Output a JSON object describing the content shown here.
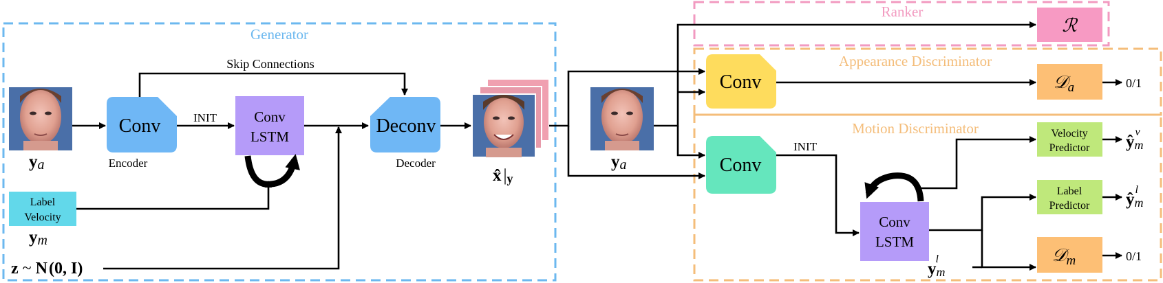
{
  "regions": {
    "generator": "Generator",
    "ranker": "Ranker",
    "appearance_discriminator": "Appearance Discriminator",
    "motion_discriminator": "Motion Discriminator"
  },
  "generator": {
    "skip_connections": "Skip Connections",
    "encoder_block": "Conv",
    "encoder_label": "Encoder",
    "init_label": "INIT",
    "convlstm_line1": "Conv",
    "convlstm_line2": "LSTM",
    "decoder_block": "Deconv",
    "decoder_label": "Decoder",
    "label_box_line1": "Label",
    "label_box_line2": "Velocity",
    "input_appearance": "y",
    "input_appearance_sub": "a",
    "input_motion": "y",
    "input_motion_sub": "m",
    "noise_z": "z",
    "noise_tilde": "~",
    "noise_N": "N",
    "noise_args": "(0, I)",
    "output_x": "x̂",
    "output_cond": "|",
    "output_y": "y"
  },
  "discriminators": {
    "ranker_symbol": "ℛ",
    "appearance_conv": "Conv",
    "appearance_out": "𝒟",
    "appearance_out_sub": "a",
    "appearance_result": "0/1",
    "input_y": "y",
    "input_y_sub": "a",
    "motion_conv": "Conv",
    "motion_init": "INIT",
    "motion_convlstm_line1": "Conv",
    "motion_convlstm_line2": "LSTM",
    "velocity_line1": "Velocity",
    "velocity_line2": "Predictor",
    "label_line1": "Label",
    "label_line2": "Predictor",
    "motion_out": "𝒟",
    "motion_out_sub": "m",
    "motion_result": "0/1",
    "velocity_y": "ŷ",
    "velocity_sub": "m",
    "velocity_sup": "v",
    "label_y": "ŷ",
    "label_sub": "m",
    "label_sup": "l",
    "ylm_y": "y",
    "ylm_sub": "m",
    "ylm_sup": "l"
  },
  "colors": {
    "generator_border": "#6cb8ef",
    "ranker_border": "#f29ac0",
    "discriminator_border": "#f4bd7a",
    "conv_blue": "#6fb7f5",
    "convlstm_purple": "#b59bf9",
    "label_box_cyan": "#62d8ea",
    "conv_yellow": "#fedc5d",
    "conv_green": "#65e6bd",
    "output_orange": "#fdbf75",
    "ranker_pink": "#f79ac3",
    "predictor_green": "#bfe87b"
  }
}
